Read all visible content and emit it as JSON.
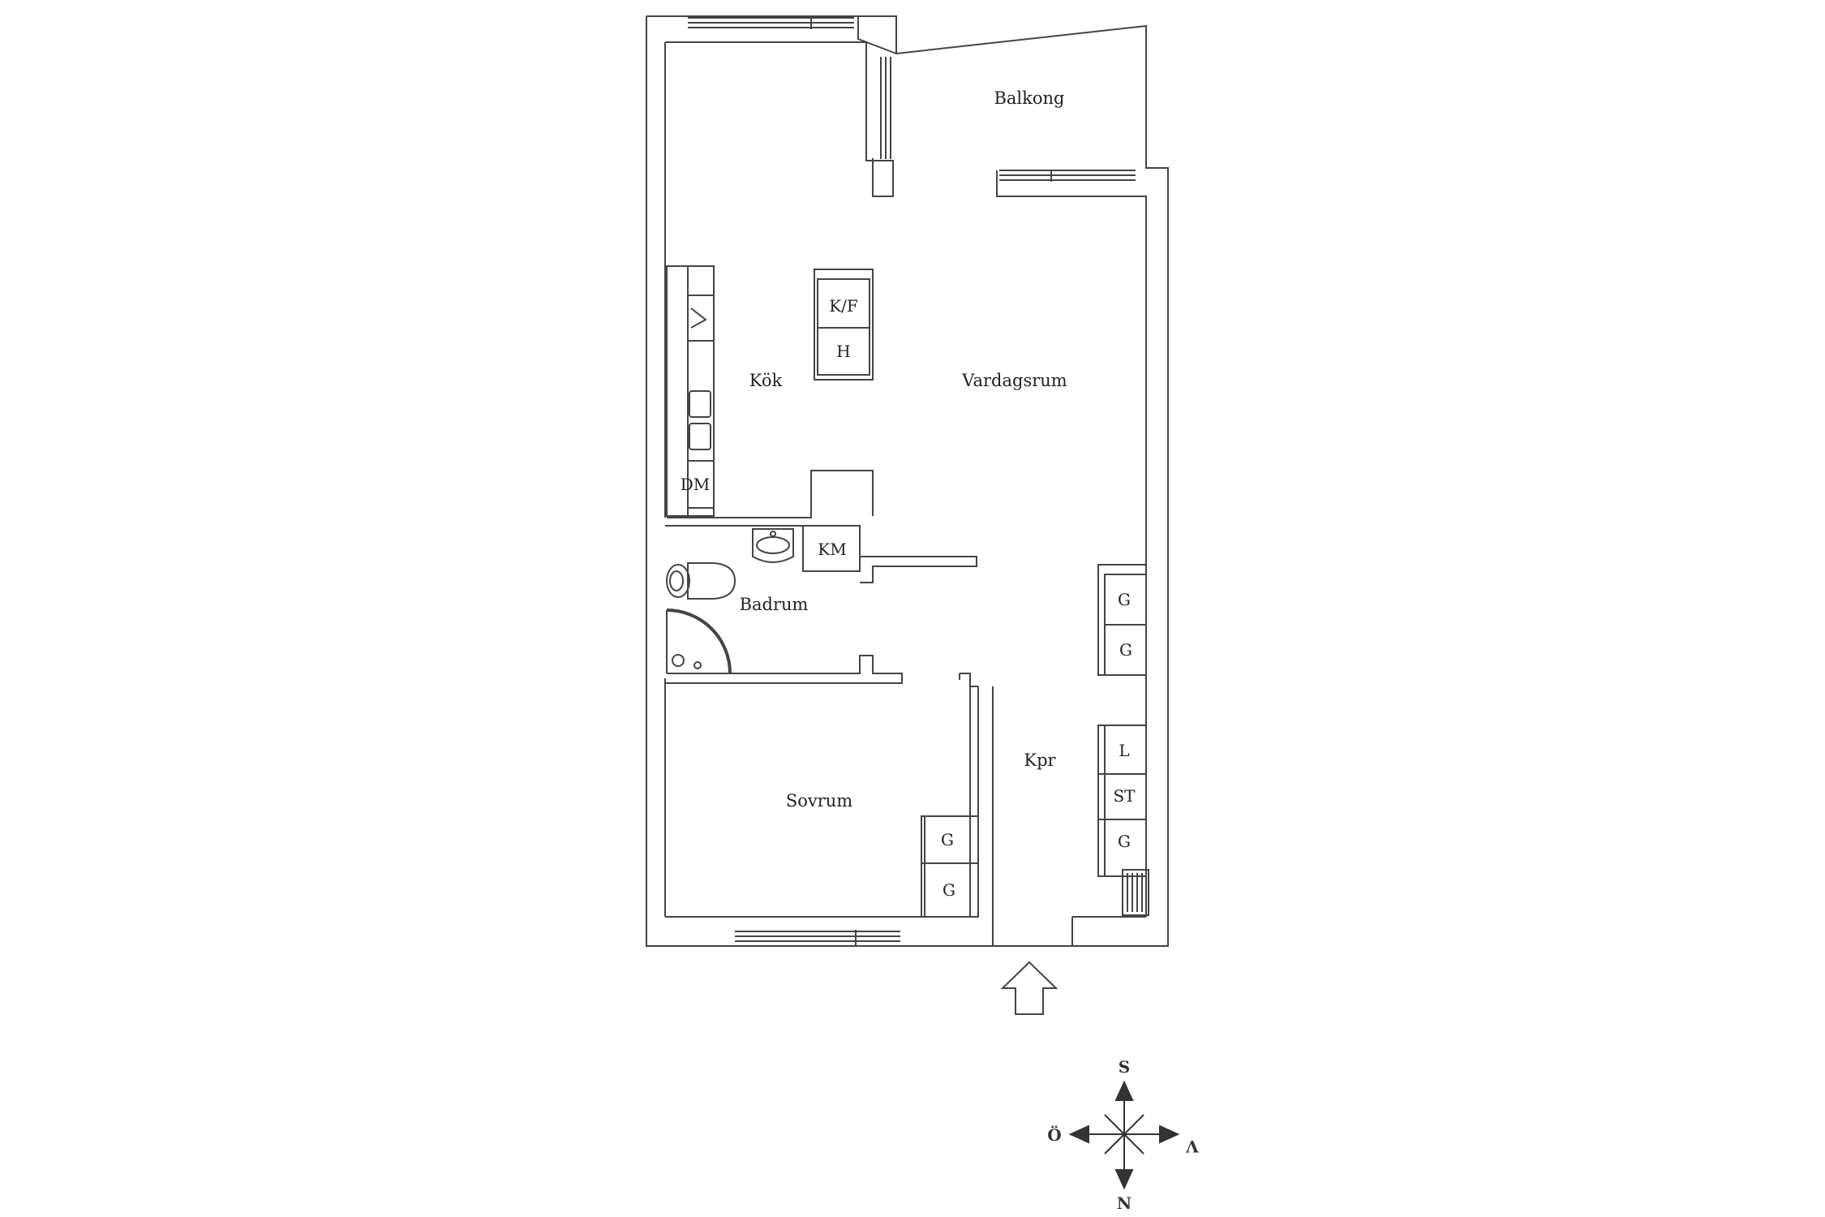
{
  "rooms": {
    "balkong": "Balkong",
    "kok": "Kök",
    "vardagsrum": "Vardagsrum",
    "badrum": "Badrum",
    "sovrum": "Sovrum",
    "kpr": "Kpr"
  },
  "fixtures": {
    "kf": "K/F",
    "h": "H",
    "dm": "DM",
    "km": "KM",
    "g1": "G",
    "g2": "G",
    "l": "L",
    "st": "ST",
    "g3": "G",
    "g4": "G",
    "g5": "G"
  },
  "compass": {
    "north_top": "S",
    "east": "V",
    "west": "Ö",
    "south_bottom": "N"
  },
  "colors": {
    "wall": "#444444",
    "background": "#ffffff"
  }
}
